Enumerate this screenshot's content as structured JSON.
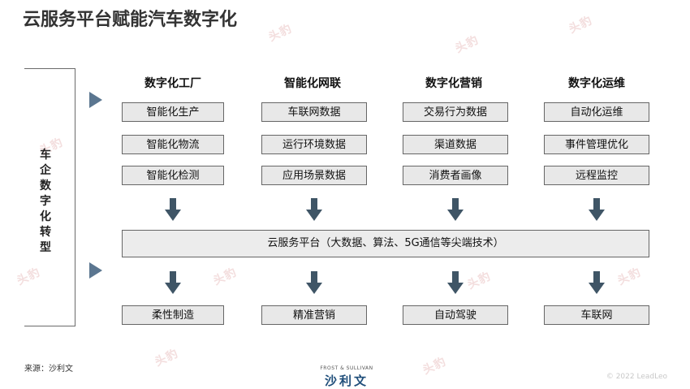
{
  "title": "云服务平台赋能汽车数字化",
  "watermark_text": "头豹",
  "side_label": "车企数字化转型",
  "columns": [
    {
      "heading": "数字化工厂",
      "items": [
        "智能化生产",
        "智能化物流",
        "智能化检测"
      ],
      "outcome": "柔性制造"
    },
    {
      "heading": "智能化网联",
      "items": [
        "车联网数据",
        "运行环境数据",
        "应用场景数据"
      ],
      "outcome": "精准营销"
    },
    {
      "heading": "数字化营销",
      "items": [
        "交易行为数据",
        "渠道数据",
        "消费者画像"
      ],
      "outcome": "自动驾驶"
    },
    {
      "heading": "数字化运维",
      "items": [
        "自动化运维",
        "事件管理优化",
        "远程监控"
      ],
      "outcome": "车联网"
    }
  ],
  "platform": "云服务平台（大数据、算法、5G通信等尖端技术）",
  "source": "来源：沙利文",
  "logo": {
    "top": "FROST & SULLIVAN",
    "main": "沙利文"
  },
  "copyright": "© 2022 LeadLeo",
  "colors": {
    "box_fill": "#e8e8e8",
    "box_border": "#666666",
    "arrow": "#3f5566",
    "triangle": "#5b7690"
  }
}
